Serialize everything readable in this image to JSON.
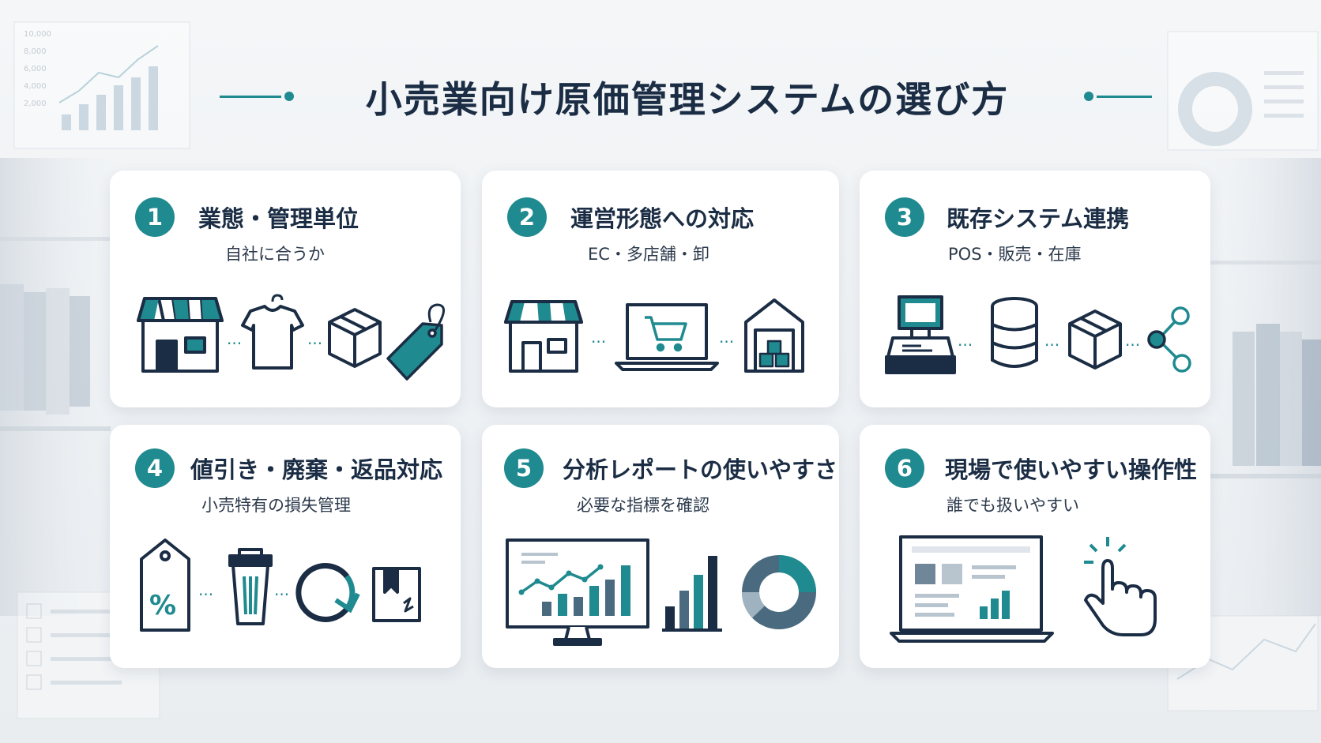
{
  "page": {
    "title": "小売業向け原価管理システムの選び方"
  },
  "colors": {
    "accent": "#1f8a8f",
    "navy": "#1b2d44",
    "card": "#ffffff"
  },
  "cards": [
    {
      "number": "1",
      "title": "業態・管理単位",
      "subtitle": "自社に合うか",
      "icons": [
        "store-icon",
        "tshirt-icon",
        "box-icon",
        "price-tag-icon"
      ]
    },
    {
      "number": "2",
      "title": "運営形態への対応",
      "subtitle": "EC・多店舗・卸",
      "icons": [
        "store-icon",
        "laptop-cart-icon",
        "warehouse-icon"
      ]
    },
    {
      "number": "3",
      "title": "既存システム連携",
      "subtitle": "POS・販売・在庫",
      "icons": [
        "pos-register-icon",
        "database-icon",
        "box-icon",
        "share-network-icon"
      ]
    },
    {
      "number": "4",
      "title": "値引き・廃棄・返品対応",
      "subtitle": "小売特有の損失管理",
      "icons": [
        "discount-tag-icon",
        "trash-can-icon",
        "return-arrow-icon",
        "damaged-box-icon"
      ]
    },
    {
      "number": "5",
      "title": "分析レポートの使いやすさ",
      "subtitle": "必要な指標を確認",
      "icons": [
        "monitor-chart-icon",
        "bar-chart-icon",
        "donut-chart-icon"
      ]
    },
    {
      "number": "6",
      "title": "現場で使いやすい操作性",
      "subtitle": "誰でも扱いやすい",
      "icons": [
        "laptop-dashboard-icon",
        "tap-hand-icon"
      ]
    }
  ],
  "background": {
    "chart_axis_labels": [
      "10,000",
      "8,000",
      "6,000",
      "4,000",
      "2,000"
    ]
  }
}
